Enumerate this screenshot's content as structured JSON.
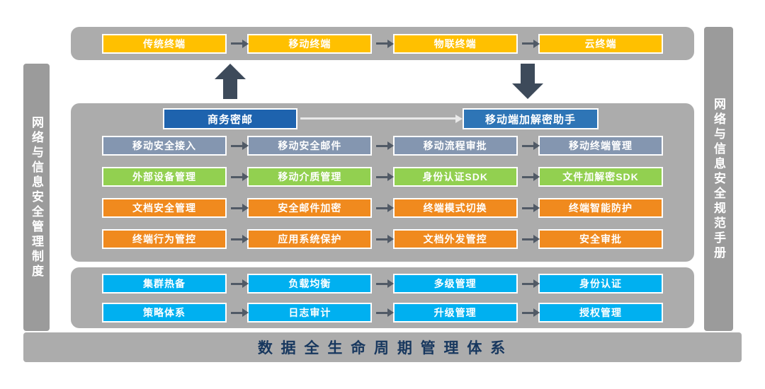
{
  "left_sidebar": {
    "text": "网络与信息安全管理制度"
  },
  "right_sidebar": {
    "text": "网络与信息安全规范手册"
  },
  "terminal_row": {
    "items": [
      "传统终端",
      "移动终端",
      "物联终端",
      "云终端"
    ]
  },
  "middle_panel": {
    "header": {
      "left": "商务密邮",
      "right": "移动端加解密助手"
    },
    "rows": [
      {
        "color": "blue_gray",
        "items": [
          "移动安全接入",
          "移动安全邮件",
          "移动流程审批",
          "移动终端管理"
        ]
      },
      {
        "color": "green",
        "items": [
          "外部设备管理",
          "移动介质管理",
          "身份认证SDK",
          "文件加解密SDK"
        ]
      },
      {
        "color": "orange",
        "items": [
          "文档安全管理",
          "安全邮件加密",
          "终端模式切换",
          "终端智能防护"
        ]
      },
      {
        "color": "orange",
        "items": [
          "终端行为管控",
          "应用系统保护",
          "文档外发管控",
          "安全审批"
        ]
      }
    ]
  },
  "bottom_panel": {
    "rows": [
      {
        "color": "cyan",
        "items": [
          "集群热备",
          "负载均衡",
          "多级管理",
          "身份认证"
        ]
      },
      {
        "color": "cyan",
        "items": [
          "策略体系",
          "日志审计",
          "升级管理",
          "授权管理"
        ]
      }
    ]
  },
  "footer": {
    "text": "数 据 全 生 命 周 期 管 理 体 系"
  },
  "icons": {
    "flow-right-arrow-icon": "css-arrow-right",
    "long-right-arrow-icon": "css-arrow-right-long",
    "flow-up-arrow-icon": "css-arrow-up",
    "flow-down-arrow-icon": "css-arrow-down"
  },
  "colors": {
    "panel_gray": "#ACACAC",
    "sidebar_gray": "#9B9B9B",
    "yellow": "#FFC000",
    "blue_gray": "#8496B0",
    "green": "#92D050",
    "orange": "#F08A1E",
    "cyan": "#00B0F0",
    "dark_blue": "#1E63AE",
    "blue": "#2E75B6",
    "arrow_dark": "#3D4A5A",
    "arrow_small": "#515A66",
    "arrow_light": "#E9E9E9",
    "footer_text": "#17375E"
  }
}
